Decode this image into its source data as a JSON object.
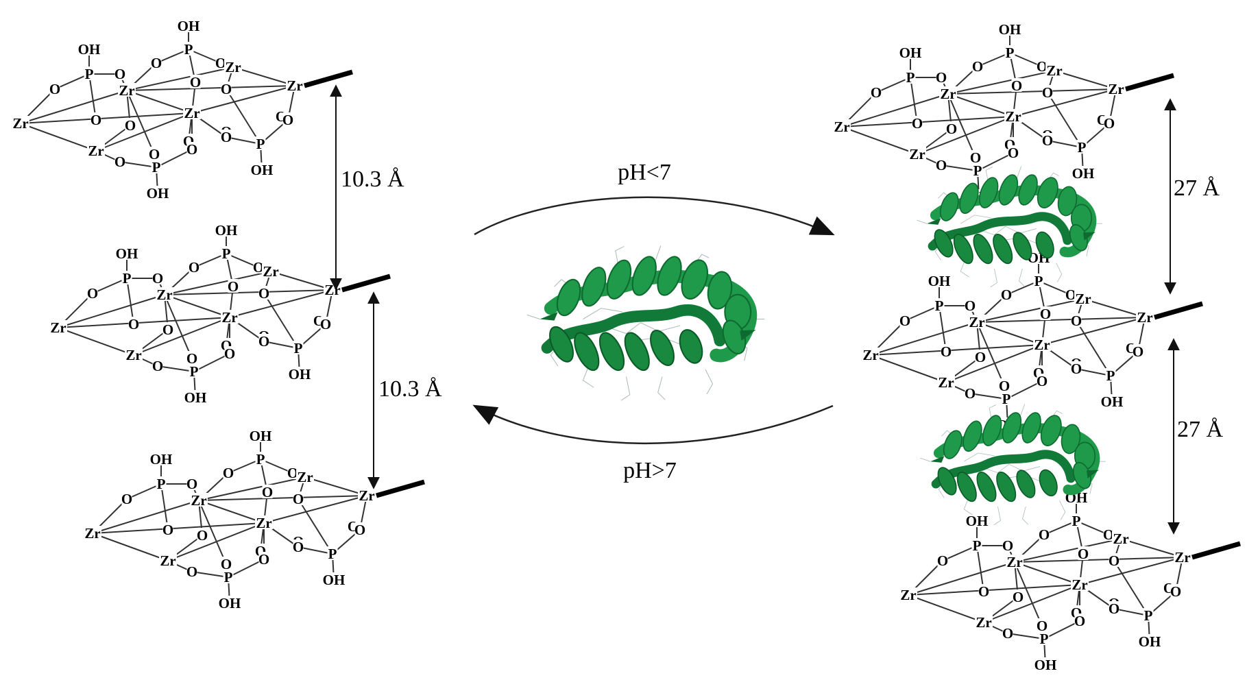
{
  "layer_template": {
    "atoms": [
      {
        "id": "OH_t",
        "t": "OH"
      },
      {
        "id": "P_t",
        "t": "P"
      },
      {
        "id": "O_pl",
        "t": "O"
      },
      {
        "id": "O_pr",
        "t": "O"
      },
      {
        "id": "OH_l",
        "t": "OH"
      },
      {
        "id": "P_l",
        "t": "P"
      },
      {
        "id": "O_l1",
        "t": "O"
      },
      {
        "id": "O_l2",
        "t": "O"
      },
      {
        "id": "Zr_a",
        "t": "Zr"
      },
      {
        "id": "Zr_b",
        "t": "Zr"
      },
      {
        "id": "Zr_c",
        "t": "Zr"
      },
      {
        "id": "Zr_d",
        "t": "Zr"
      },
      {
        "id": "Zr_e",
        "t": "Zr"
      },
      {
        "id": "Zr_f",
        "t": "Zr"
      },
      {
        "id": "O_m1",
        "t": "O"
      },
      {
        "id": "O_m2",
        "t": "O"
      },
      {
        "id": "O_m3",
        "t": "O"
      },
      {
        "id": "O_m4",
        "t": "O"
      },
      {
        "id": "O_m5",
        "t": "O"
      },
      {
        "id": "O_m6",
        "t": "O"
      },
      {
        "id": "O_m7",
        "t": "O"
      },
      {
        "id": "O_m8",
        "t": "O"
      },
      {
        "id": "O_b1",
        "t": "O"
      },
      {
        "id": "O_b2",
        "t": "O"
      },
      {
        "id": "P_b",
        "t": "P"
      },
      {
        "id": "OH_b",
        "t": "OH"
      },
      {
        "id": "P_r",
        "t": "P"
      },
      {
        "id": "OH_r",
        "t": "OH"
      },
      {
        "id": "O_r1",
        "t": "O"
      },
      {
        "id": "O_r2",
        "t": "O"
      }
    ]
  },
  "layers_left": [
    {
      "name": "left-layer-top"
    },
    {
      "name": "left-layer-middle"
    },
    {
      "name": "left-layer-bottom"
    }
  ],
  "layers_right": [
    {
      "name": "right-layer-top"
    },
    {
      "name": "right-layer-middle"
    },
    {
      "name": "right-layer-bottom"
    }
  ],
  "spacing": {
    "left_top": "10.3 Å",
    "left_bottom": "10.3 Å",
    "right_top": "27 Å",
    "right_bottom": "27 Å"
  },
  "conditions": {
    "forward": "pH<7",
    "reverse": "pH>7"
  },
  "colors": {
    "protein": "#1e9a4a",
    "protein_dark": "#0f6a30",
    "bonds": "#333333"
  }
}
